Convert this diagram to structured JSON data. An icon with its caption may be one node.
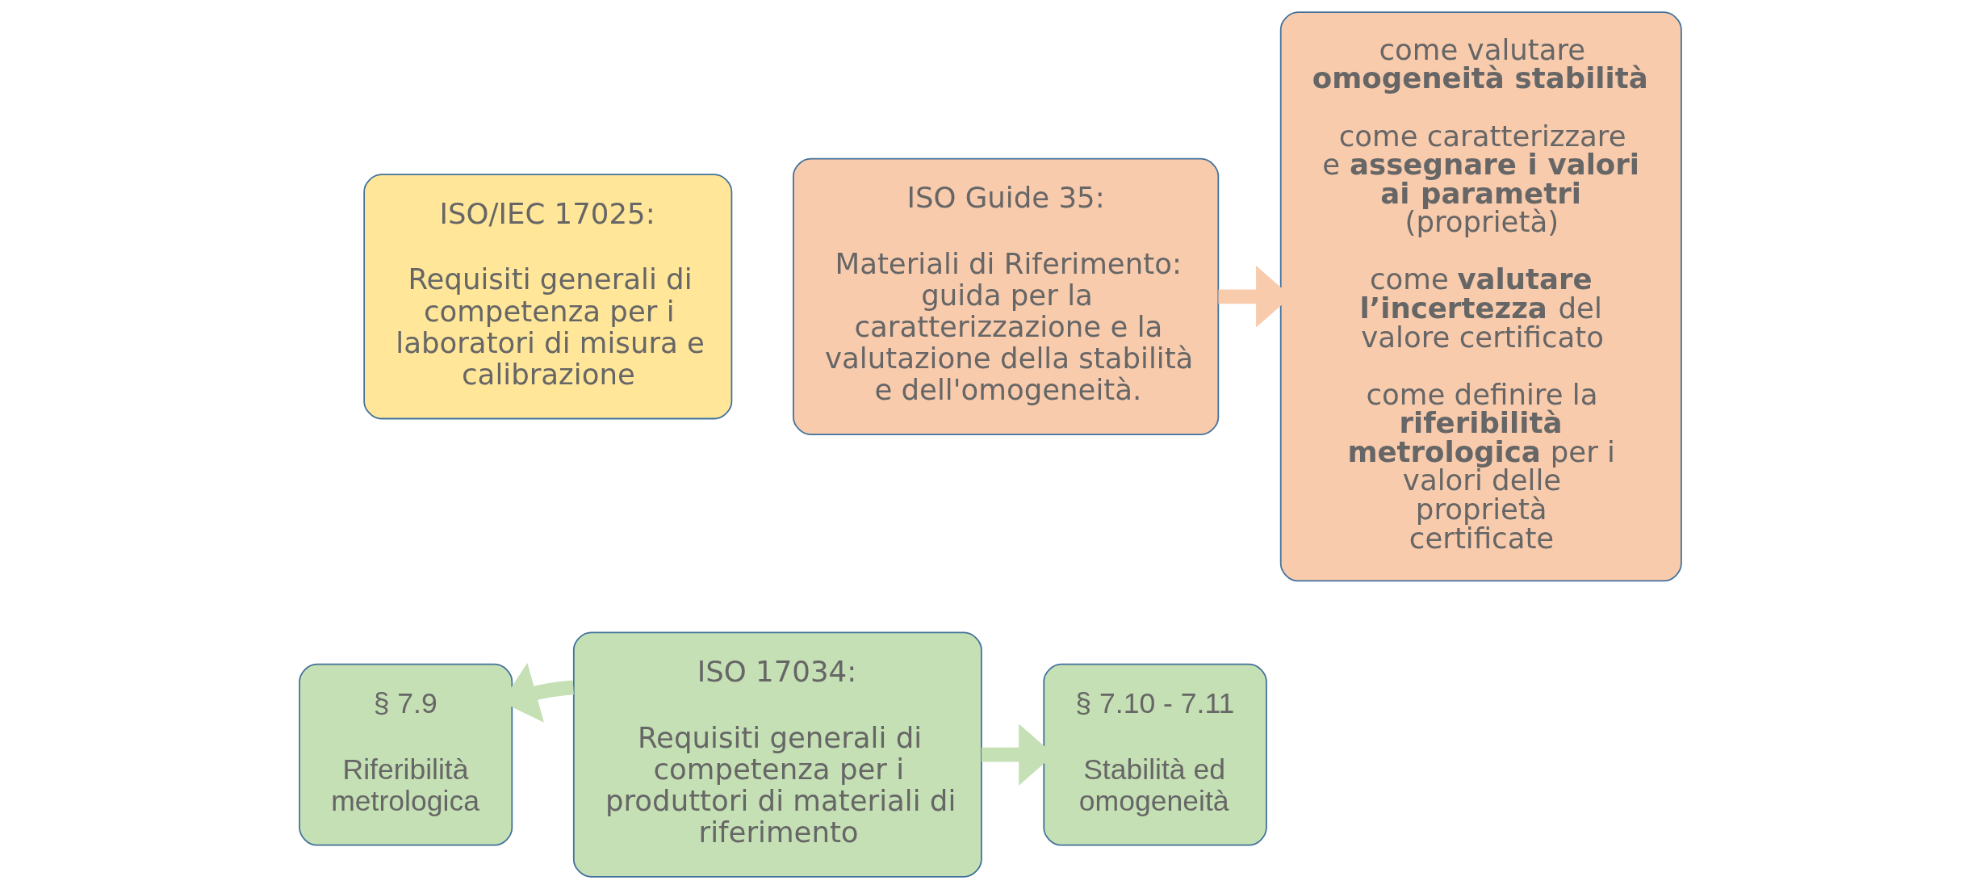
{
  "diagram": {
    "nodes": [
      {
        "text": [
          "ISO/IEC 17025:",
          "Requisiti generali di competenza per i laboratori di misura e calibrazione"
        ]
      },
      {
        "text": [
          "ISO Guide 35:",
          "Materiali di Riferimento: guida per la caratterizzazione e la valutazione della stabilità e dell'omogeneità."
        ]
      },
      {
        "text": [
          "come valutare **omogeneità stabilità**",
          "come caratterizzare  e **assegnare i valori ai parametri** (proprietà)",
          "come **valutare l’incertezza** del valore certificato",
          "come definire la **riferibilità metrologica** per i valori delle proprietà certificate"
        ]
      },
      {
        "text": [
          "§ 7.9",
          "Riferibilità metrologica"
        ]
      },
      {
        "text": [
          "ISO 17034:",
          "Requisiti generali di competenza per i produttori di materiali di riferimento"
        ]
      },
      {
        "text": [
          "§ 7.10 - 7.11",
          "Stabilità ed omogeneità"
        ]
      }
    ],
    "edges": [
      {
        "from": 1,
        "to": 2,
        "arrow": "to",
        "color": "#f8cbad"
      },
      {
        "from": 4,
        "to": 3,
        "arrow": "to"
      },
      {
        "from": 4,
        "to": 5,
        "arrow": "to"
      }
    ]
  }
}
